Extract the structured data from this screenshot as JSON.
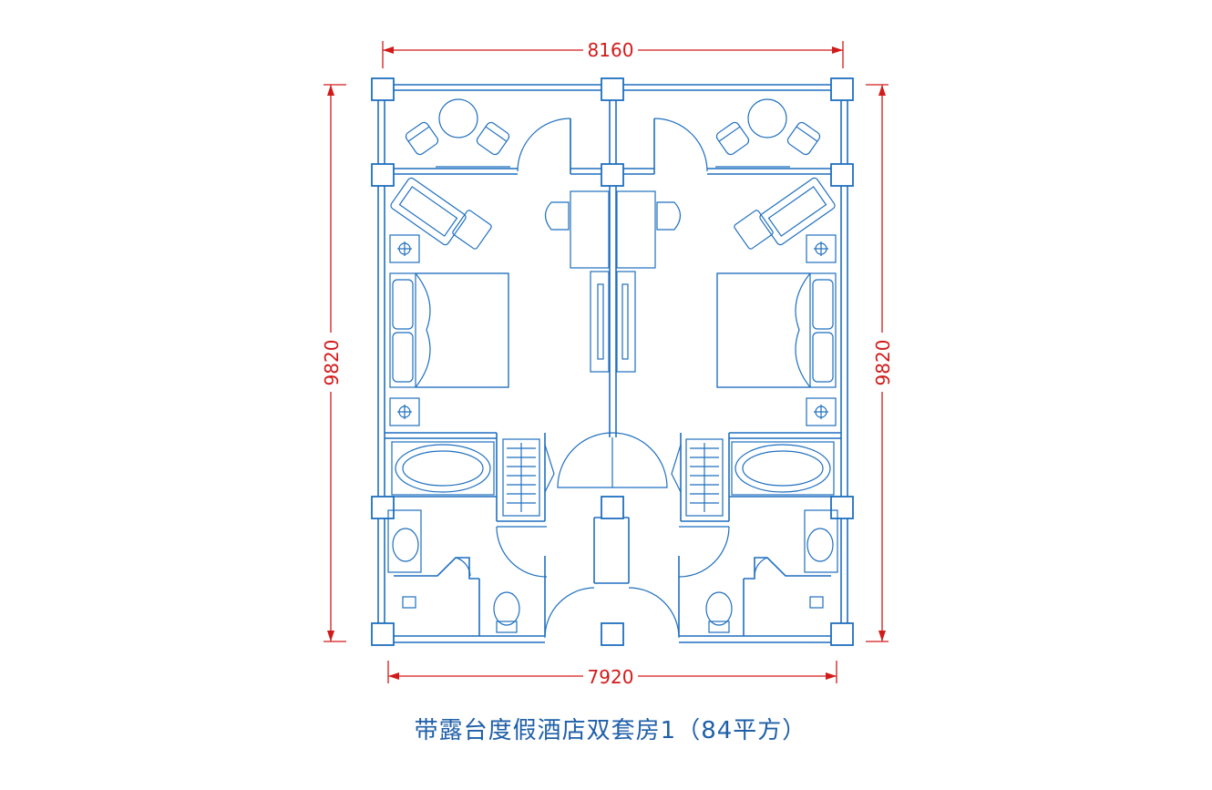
{
  "drawing": {
    "caption": "带露台度假酒店双套房1（84平方）",
    "dimensions": {
      "top": "8160",
      "bottom": "7920",
      "left": "9820",
      "right": "9820"
    }
  },
  "colors": {
    "linework": "#1f6fbf",
    "dimensions": "#d21a1a",
    "caption": "#1f5fa8"
  }
}
